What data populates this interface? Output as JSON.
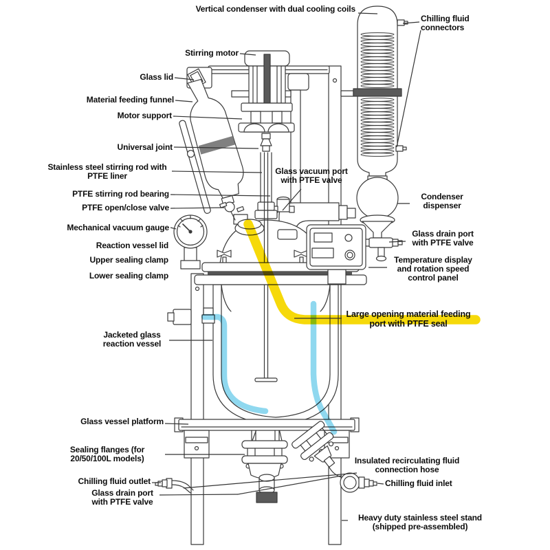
{
  "diagram": {
    "subject": "Jacketed glass reaction vessel labeled diagram"
  },
  "labels": {
    "vertical_condenser": "Vertical condenser with dual cooling coils",
    "chilling_fluid_connectors": "Chilling fluid connectors",
    "stirring_motor": "Stirring motor",
    "glass_lid": "Glass lid",
    "material_feeding_funnel": "Material feeding funnel",
    "motor_support": "Motor support",
    "universal_joint": "Universal joint",
    "stainless_steel_stirring_rod": "Stainless steel stirring rod with PTFE liner",
    "glass_vacuum_port": "Glass vacuum port with PTFE valve",
    "ptfe_stirring_rod_bearing": "PTFE stirring rod bearing",
    "ptfe_open_close_valve": "PTFE open/close valve",
    "mechanical_vacuum_gauge": "Mechanical vacuum gauge",
    "condenser_dispenser": "Condenser dispenser",
    "glass_drain_port_condenser": "Glass drain port with PTFE valve",
    "temperature_panel": "Temperature display and rotation speed control panel",
    "large_opening_port": "Large opening material feeding port with PTFE seal",
    "jacketed_vessel": "Jacketed glass reaction vessel",
    "glass_vessel_platform": "Glass vessel platform",
    "sealing_flanges": "Sealing flanges (for 20/50/100L models)",
    "chilling_fluid_outlet": "Chilling fluid outlet",
    "glass_drain_port_bottom": "Glass drain port with PTFE valve",
    "insulated_hose": "Insulated recirculating fluid connection hose",
    "chilling_fluid_inlet": "Chilling fluid inlet",
    "stand": "Heavy duty stainless steel stand (shipped pre-assembled)"
  },
  "colors": {
    "highlight_yellow": "#f6d90a",
    "jacket_cyan": "#8fd8ef",
    "line_art": "#3a3a3a",
    "clamp_gray": "#5a5a5a",
    "text": "#0d0d0d",
    "background": "#ffffff"
  }
}
